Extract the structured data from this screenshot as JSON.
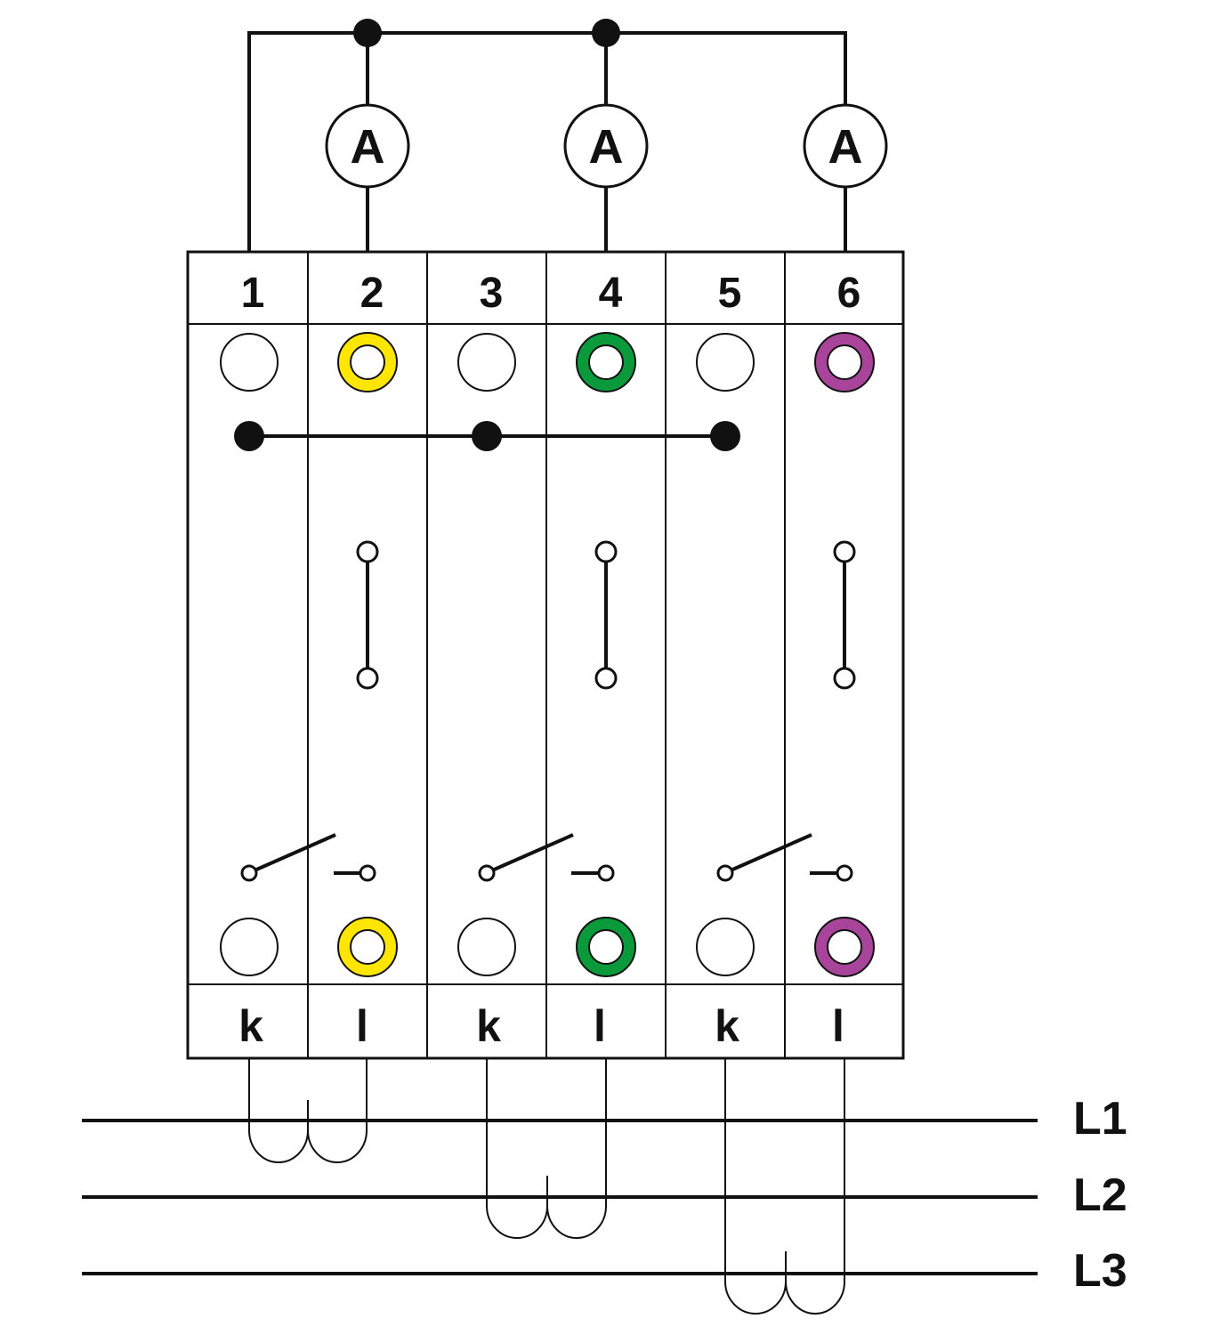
{
  "meters": [
    {
      "symbol": "A"
    },
    {
      "symbol": "A"
    },
    {
      "symbol": "A"
    }
  ],
  "terminals": [
    {
      "number": "1",
      "ring_color": null
    },
    {
      "number": "2",
      "ring_color": "#ffe600"
    },
    {
      "number": "3",
      "ring_color": null
    },
    {
      "number": "4",
      "ring_color": "#0a9a3b"
    },
    {
      "number": "5",
      "ring_color": null
    },
    {
      "number": "6",
      "ring_color": "#a8449a"
    }
  ],
  "bottom_labels": [
    "k",
    "l",
    "k",
    "l",
    "k",
    "l"
  ],
  "lines": [
    "L1",
    "L2",
    "L3"
  ]
}
